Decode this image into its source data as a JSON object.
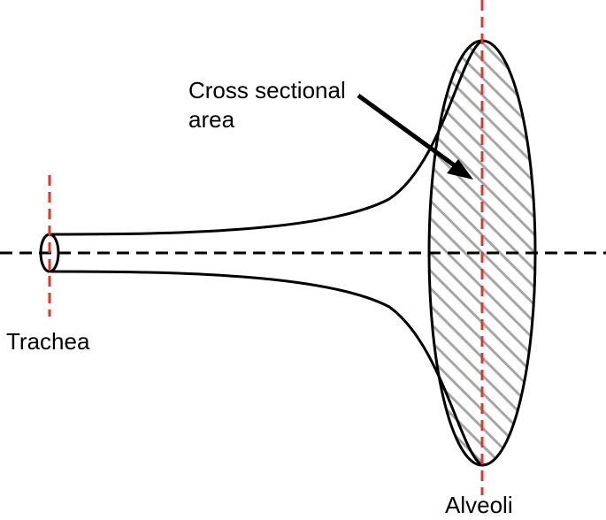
{
  "labels": {
    "cross_sectional_line1": "Cross sectional",
    "cross_sectional_line2": "area",
    "trachea": "Trachea",
    "alveoli": "Alveoli"
  },
  "colors": {
    "outline": "#000000",
    "section_line": "#e2362b",
    "hatch": "#a6a6a6",
    "background": "#ffffff"
  }
}
